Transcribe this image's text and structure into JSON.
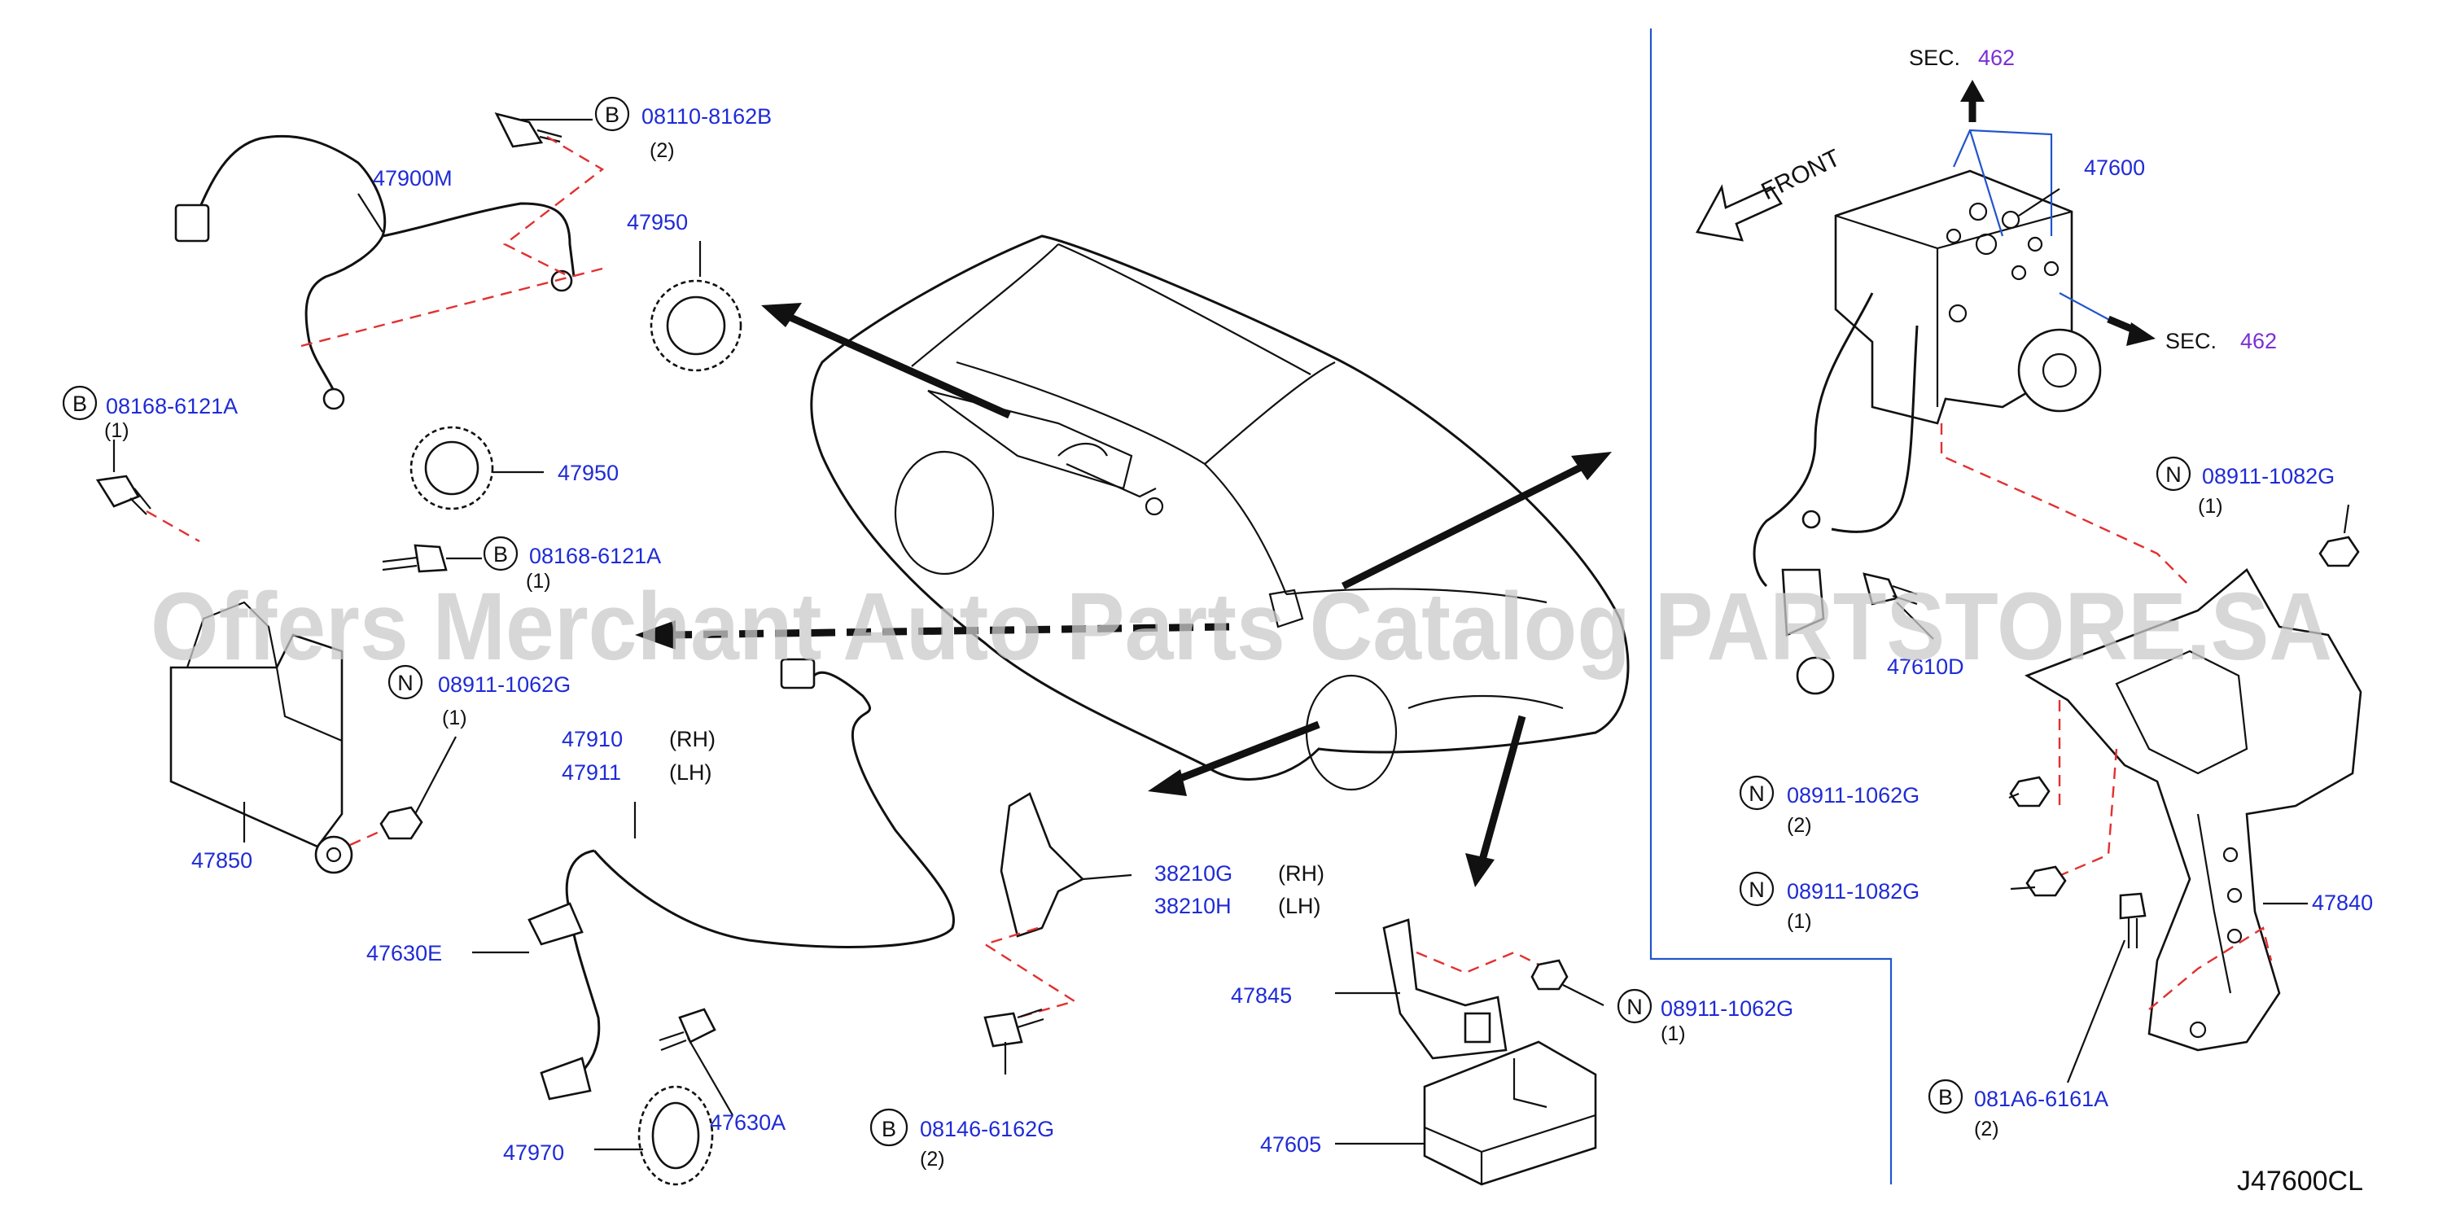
{
  "diagram_code": "J47600CL",
  "watermark": "Offers Merchant Auto Parts Catalog PARTSTORE.SA",
  "front_label": "FRONT",
  "sec_refs": [
    {
      "sec": "SEC.",
      "num": "462"
    },
    {
      "sec": "SEC.",
      "num": "462"
    }
  ],
  "callouts": [
    {
      "prefix": "B",
      "pn": "08110-8162B",
      "qty": "(2)"
    },
    {
      "prefix": "B",
      "pn": "08168-6121A",
      "qty": "(1)"
    },
    {
      "prefix": "B",
      "pn": "08168-6121A",
      "qty": "(1)"
    },
    {
      "prefix": "N",
      "pn": "08911-1062G",
      "qty": "(1)"
    },
    {
      "prefix": "B",
      "pn": "08146-6162G",
      "qty": "(2)"
    },
    {
      "prefix": "N",
      "pn": "08911-1062G",
      "qty": "(1)"
    },
    {
      "prefix": "N",
      "pn": "08911-1082G",
      "qty": "(1)"
    },
    {
      "prefix": "N",
      "pn": "08911-1062G",
      "qty": "(2)"
    },
    {
      "prefix": "N",
      "pn": "08911-1082G",
      "qty": "(1)"
    },
    {
      "prefix": "B",
      "pn": "081A6-6161A",
      "qty": "(2)"
    }
  ],
  "parts": {
    "p47900M": "47900M",
    "p47950a": "47950",
    "p47950b": "47950",
    "p47850": "47850",
    "p47910": "47910",
    "p47911": "47911",
    "rh1": "(RH)",
    "lh1": "(LH)",
    "p47630E": "47630E",
    "p47630A": "47630A",
    "p47970": "47970",
    "p38210G": "38210G",
    "p38210H": "38210H",
    "rh2": "(RH)",
    "lh2": "(LH)",
    "p47845": "47845",
    "p47605": "47605",
    "p47600": "47600",
    "p47610D": "47610D",
    "p47840": "47840"
  }
}
